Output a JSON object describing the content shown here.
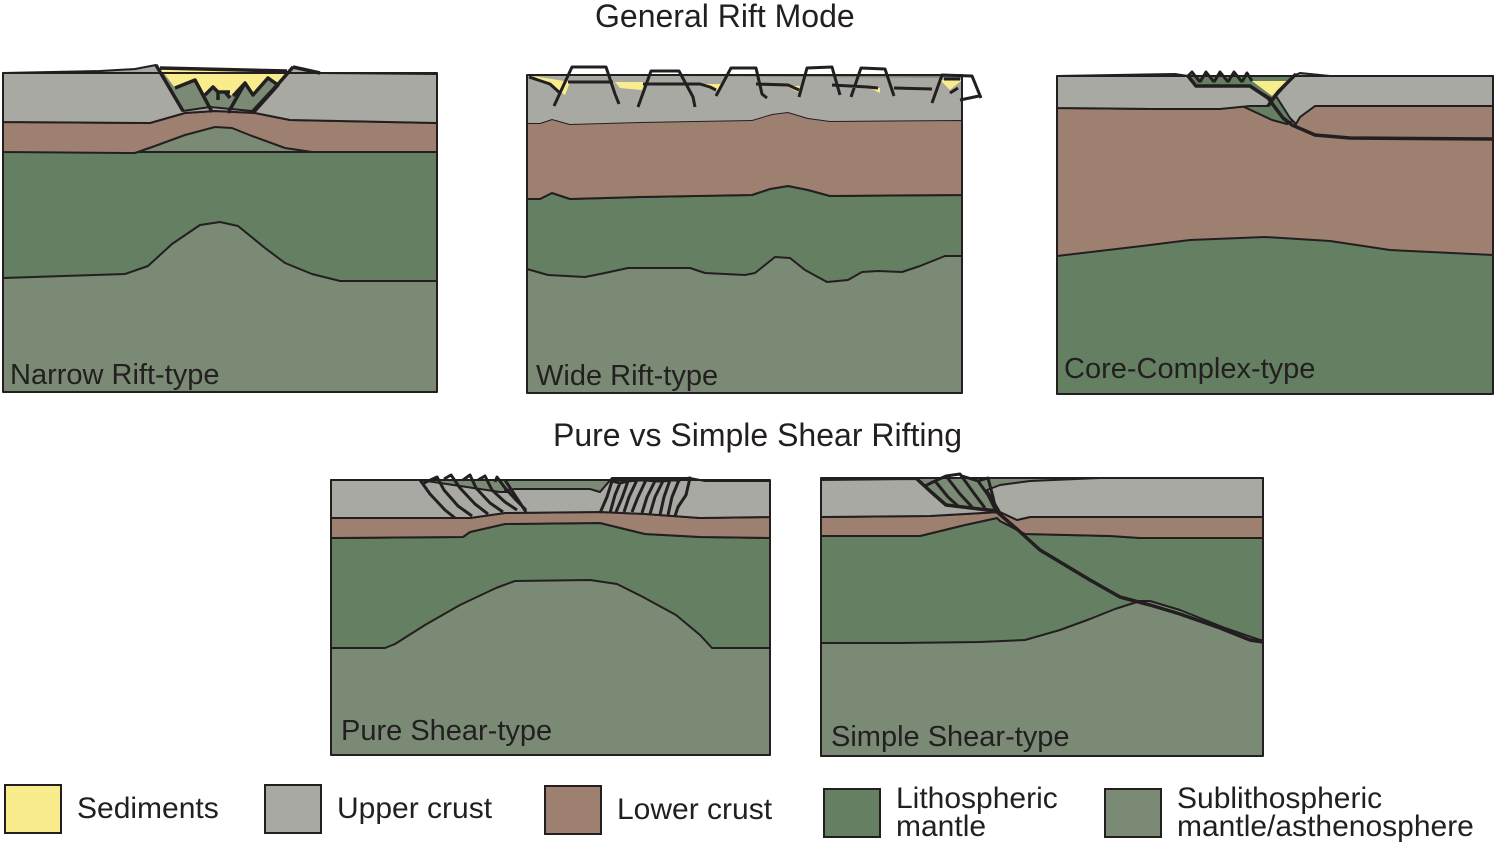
{
  "titles": {
    "general": "General Rift Mode",
    "shear": "Pure vs Simple Shear Rifting"
  },
  "panels": {
    "narrow": {
      "label": "Narrow Rift-type"
    },
    "wide": {
      "label": "Wide Rift-type"
    },
    "core": {
      "label": "Core-Complex-type"
    },
    "pure": {
      "label": "Pure Shear-type"
    },
    "simple": {
      "label": "Simple Shear-type"
    }
  },
  "colors": {
    "sediments": "#f9ec8d",
    "upper_crust": "#a8a9a3",
    "lower_crust": "#9e8070",
    "lithospheric_mantle": "#647f62",
    "sublithospheric_mantle": "#7a8a74",
    "line": "#231f20"
  },
  "legend": [
    {
      "key": "sediments",
      "label": "Sediments",
      "color": "#f9ec8d"
    },
    {
      "key": "upper_crust",
      "label": "Upper crust",
      "color": "#a8a9a3"
    },
    {
      "key": "lower_crust",
      "label": "Lower crust",
      "color": "#9e8070"
    },
    {
      "key": "lithospheric_mantle",
      "label": "Lithospheric\nmantle",
      "color": "#647f62"
    },
    {
      "key": "sublithospheric_mantle",
      "label": "Sublithospheric\nmantle/asthenosphere",
      "color": "#7a8a74"
    }
  ]
}
